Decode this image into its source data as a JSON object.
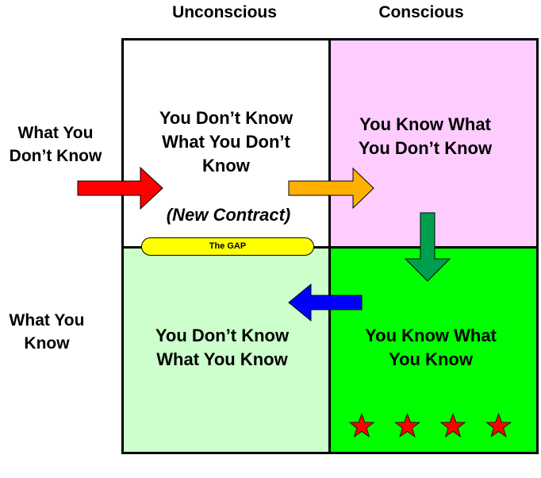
{
  "columns": {
    "unconscious": "Unconscious",
    "conscious": "Conscious"
  },
  "rows": {
    "dont_know": [
      "What You",
      "Don’t Know"
    ],
    "know": [
      "What You",
      "Know"
    ]
  },
  "quadrants": {
    "top_left": {
      "lines": [
        "You Don’t Know",
        "What You Don’t",
        "Know"
      ],
      "note": "(New Contract)",
      "color": "#ffffff"
    },
    "top_right": {
      "lines": [
        "You Know What",
        "You Don’t Know"
      ],
      "color": "#ffccff"
    },
    "bottom_left": {
      "lines": [
        "You Don’t Know",
        "What You Know"
      ],
      "color": "#ccffcc"
    },
    "bottom_right": {
      "lines": [
        "You Know What",
        "You Know"
      ],
      "color": "#00ff00",
      "stars": 4
    }
  },
  "gap_label": "The GAP",
  "arrow_colors": {
    "entry": "#ff0000",
    "to_conscious": "#ffb000",
    "down": "#009f4f",
    "to_unconscious": "#0000ff"
  },
  "star_color": "#ff0000"
}
